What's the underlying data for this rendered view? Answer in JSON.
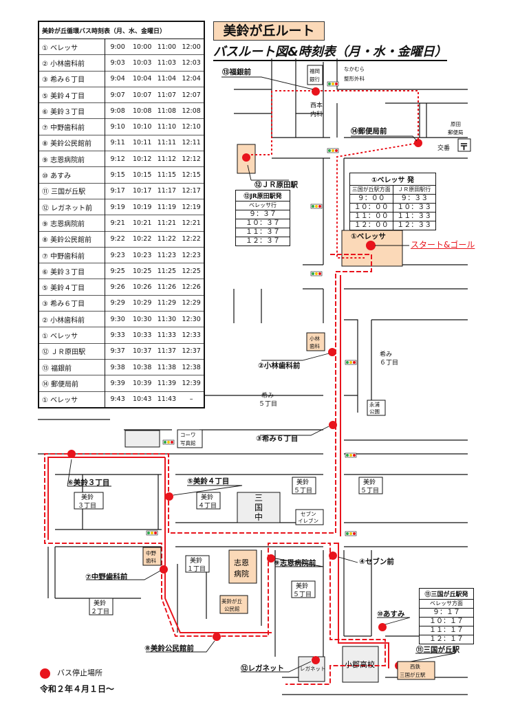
{
  "route_title": "美鈴が丘ルート",
  "route_subtitle": "バスルート図&時刻表（月・水・金曜日）",
  "timetable": {
    "title": "美鈴が丘循環バス時刻表（月、水、金曜日）",
    "rows": [
      {
        "stop": "① ベレッサ",
        "times": [
          "9:00",
          "10:00",
          "11:00",
          "12:00"
        ]
      },
      {
        "stop": "② 小林歯科前",
        "times": [
          "9:03",
          "10:03",
          "11:03",
          "12:03"
        ]
      },
      {
        "stop": "③ 希み６丁目",
        "times": [
          "9:04",
          "10:04",
          "11:04",
          "12:04"
        ]
      },
      {
        "stop": "⑤ 美鈴４丁目",
        "times": [
          "9:07",
          "10:07",
          "11:07",
          "12:07"
        ]
      },
      {
        "stop": "⑥ 美鈴３丁目",
        "times": [
          "9:08",
          "10:08",
          "11:08",
          "12:08"
        ]
      },
      {
        "stop": "⑦ 中野歯科前",
        "times": [
          "9:10",
          "10:10",
          "11:10",
          "12:10"
        ]
      },
      {
        "stop": "⑧ 美鈴公民館前",
        "times": [
          "9:11",
          "10:11",
          "11:11",
          "12:11"
        ]
      },
      {
        "stop": "⑨ 志恩病院前",
        "times": [
          "9:12",
          "10:12",
          "11:12",
          "12:12"
        ]
      },
      {
        "stop": "⑩ あすみ",
        "times": [
          "9:15",
          "10:15",
          "11:15",
          "12:15"
        ]
      },
      {
        "stop": "⑪ 三国が丘駅",
        "times": [
          "9:17",
          "10:17",
          "11:17",
          "12:17"
        ]
      },
      {
        "stop": "⑫ レガネット前",
        "times": [
          "9:19",
          "10:19",
          "11:19",
          "12:19"
        ]
      },
      {
        "stop": "⑨ 志恩病院前",
        "times": [
          "9:21",
          "10:21",
          "11:21",
          "12:21"
        ]
      },
      {
        "stop": "⑧ 美鈴公民館前",
        "times": [
          "9:22",
          "10:22",
          "11:22",
          "12:22"
        ]
      },
      {
        "stop": "⑦ 中野歯科前",
        "times": [
          "9:23",
          "10:23",
          "11:23",
          "12:23"
        ]
      },
      {
        "stop": "⑥ 美鈴３丁目",
        "times": [
          "9:25",
          "10:25",
          "11:25",
          "12:25"
        ]
      },
      {
        "stop": "⑤ 美鈴４丁目",
        "times": [
          "9:26",
          "10:26",
          "11:26",
          "12:26"
        ]
      },
      {
        "stop": "③ 希み６丁目",
        "times": [
          "9:29",
          "10:29",
          "11:29",
          "12:29"
        ]
      },
      {
        "stop": "② 小林歯科前",
        "times": [
          "9:30",
          "10:30",
          "11:30",
          "12:30"
        ]
      },
      {
        "stop": "① ベレッサ",
        "times": [
          "9:33",
          "10:33",
          "11:33",
          "12:33"
        ]
      },
      {
        "stop": "⑫ ＪＲ原田駅",
        "times": [
          "9:37",
          "10:37",
          "11:37",
          "12:37"
        ]
      },
      {
        "stop": "⑬ 福銀前",
        "times": [
          "9:38",
          "10:38",
          "11:38",
          "12:38"
        ]
      },
      {
        "stop": "⑭ 郵便局前",
        "times": [
          "9:39",
          "10:39",
          "11:39",
          "12:39"
        ]
      },
      {
        "stop": "① ベレッサ",
        "times": [
          "9:43",
          "10:43",
          "11:43",
          "–"
        ]
      }
    ]
  },
  "beressa_box": {
    "title": "①ベレッサ 発",
    "col1": "三国が丘駅方面",
    "col2": "ＪＲ原田駅行",
    "rows": [
      [
        "９：００",
        "９：３３"
      ],
      [
        "１０：００",
        "１０：３３"
      ],
      [
        "１１：００",
        "１１：３３"
      ],
      [
        "１２：００",
        "１２：３３"
      ]
    ]
  },
  "harada_box": {
    "title": "⑫JR原田駅発",
    "sub": "ベレッサ行",
    "rows": [
      "９：３７",
      "１０：３７",
      "１１：３７",
      "１２：３７"
    ]
  },
  "mikuni_box": {
    "title": "⑪三国が丘駅発",
    "sub": "ベレッサ方面",
    "rows": [
      "９：１７",
      "１０：１７",
      "１１：１７",
      "１２：１７"
    ]
  },
  "stop_labels": {
    "s13": "⑬福銀前",
    "s14": "⑭郵便局前",
    "s12jr": "⑫ＪＲ原田駅",
    "s1": "①ベレッサ",
    "s2": "②小林歯科前",
    "s3": "③希み６丁目",
    "s4": "④セブン前",
    "s5": "⑤美鈴４丁目",
    "s6": "⑥美鈴３丁目",
    "s7": "⑦中野歯科前",
    "s8": "⑧美鈴公民館前",
    "s9": "⑨志恩病院前",
    "s10": "⑩あすみ",
    "s11": "⑪三国が丘駅",
    "s12": "⑫レガネット"
  },
  "landmarks": {
    "fukuoka_bank_1": "福岡",
    "fukuoka_bank_2": "銀行",
    "nakamura_1": "なかむら",
    "nakamura_2": "整形外科",
    "nishimoto_1": "西本",
    "nishimoto_2": "内科",
    "harada_post_1": "原田",
    "harada_post_2": "郵便局",
    "koban": "交番",
    "post_mark": "〒",
    "kobayashi_1": "小林",
    "kobayashi_2": "歯科",
    "nozomi6_1": "希み",
    "nozomi6_2": "６丁目",
    "nozomi5_1": "希み",
    "nozomi5_2": "５丁目",
    "nagaura_1": "永浦",
    "nagaura_2": "公園",
    "kowa_1": "コーワ",
    "kowa_2": "写真館",
    "misuzu3_1": "美鈴",
    "misuzu3_2": "３丁目",
    "misuzu4_1": "美鈴",
    "misuzu4_2": "４丁目",
    "mikuni_chu_1": "三",
    "mikuni_chu_2": "国",
    "mikuni_chu_3": "中",
    "misuzu5a_1": "美鈴",
    "misuzu5a_2": "５丁目",
    "misuzu5b_1": "美鈴",
    "misuzu5b_2": "５丁目",
    "seven_1": "セブン",
    "seven_2": "イレブン",
    "nakano_1": "中野",
    "nakano_2": "歯科",
    "misuzu1_1": "美鈴",
    "misuzu1_2": "１丁目",
    "shion_1": "志恩",
    "shion_2": "病院",
    "misuzu2_1": "美鈴",
    "misuzu2_2": "２丁目",
    "kominkan_1": "美鈴が丘",
    "kominkan_2": "公民館",
    "misuzu5c_1": "美鈴",
    "misuzu5c_2": "５丁目",
    "reganet": "レガネット",
    "ogori_hs": "小郡高校",
    "nishitetsu_1": "西鉄",
    "nishitetsu_2": "三国が丘駅"
  },
  "start_goal": "スタート&ゴール",
  "legend": "バス停止場所",
  "date": "令和２年４月１日～",
  "colors": {
    "route": "#e8141c",
    "highlight": "#fbd9b8",
    "road": "#111111"
  }
}
